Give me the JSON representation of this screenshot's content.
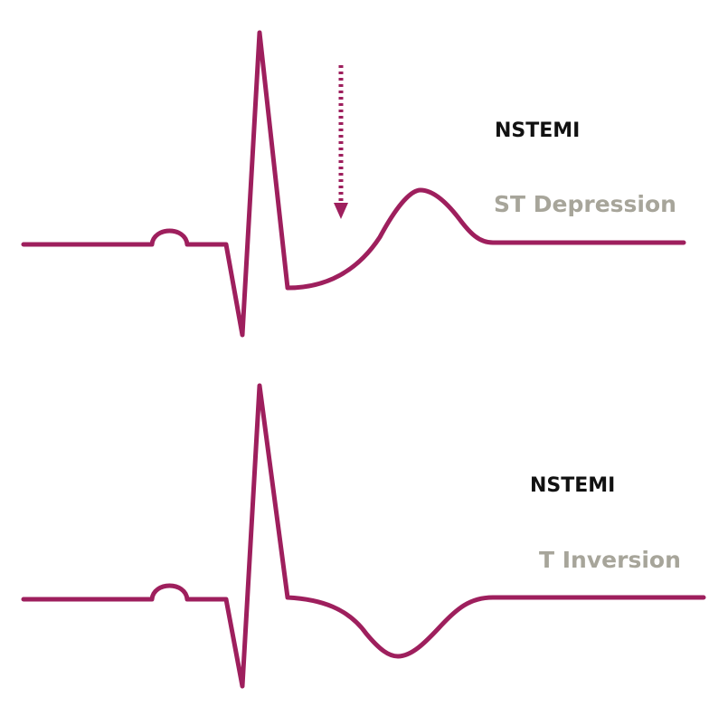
{
  "colors": {
    "trace": "#9e1f5d",
    "title_text": "#111111",
    "subtitle_text": "#a7a59a"
  },
  "panels": [
    {
      "title": "NSTEMI",
      "subtitle": "ST Depression",
      "indicator": "dotted-down-arrow"
    },
    {
      "title": "NSTEMI",
      "subtitle": "T Inversion"
    }
  ]
}
